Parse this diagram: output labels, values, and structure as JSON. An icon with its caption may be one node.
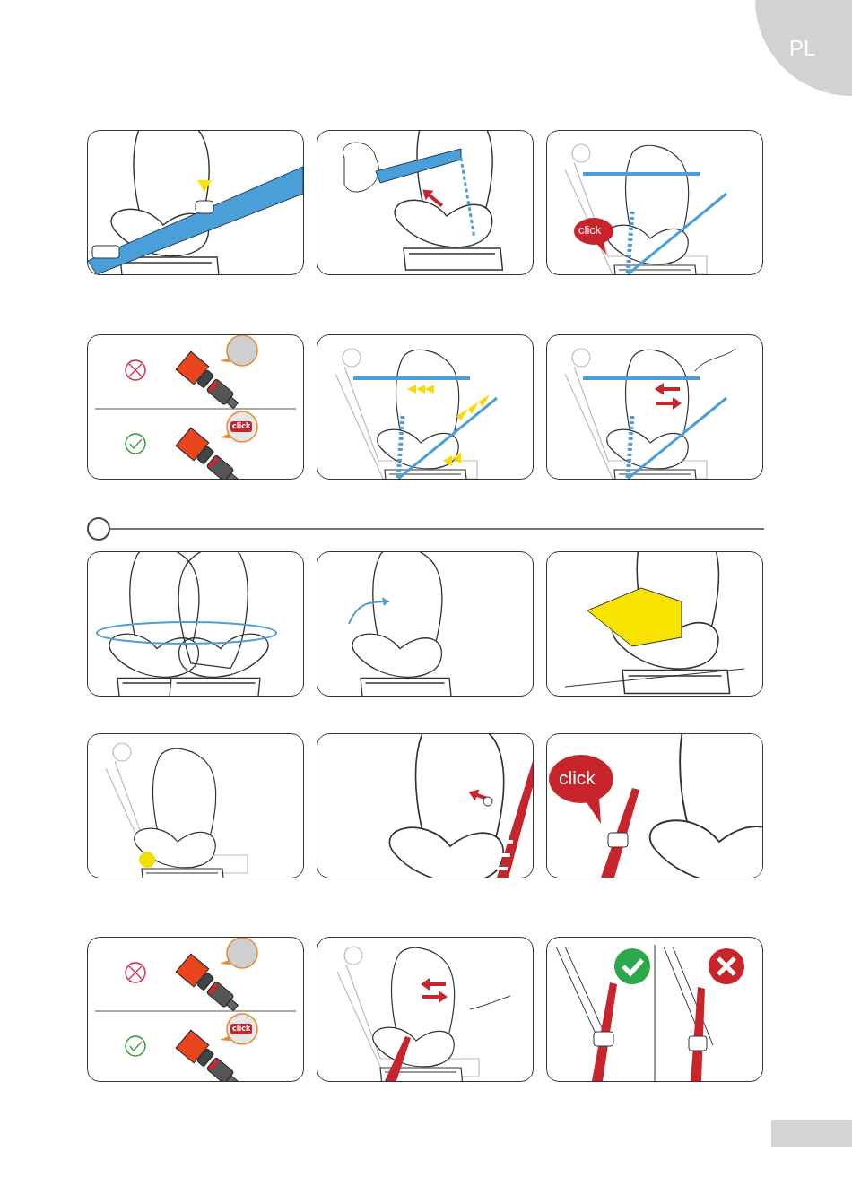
{
  "diagram": {
    "labels": [
      "PL",
      "click",
      "click",
      "click",
      "click"
    ]
  }
}
